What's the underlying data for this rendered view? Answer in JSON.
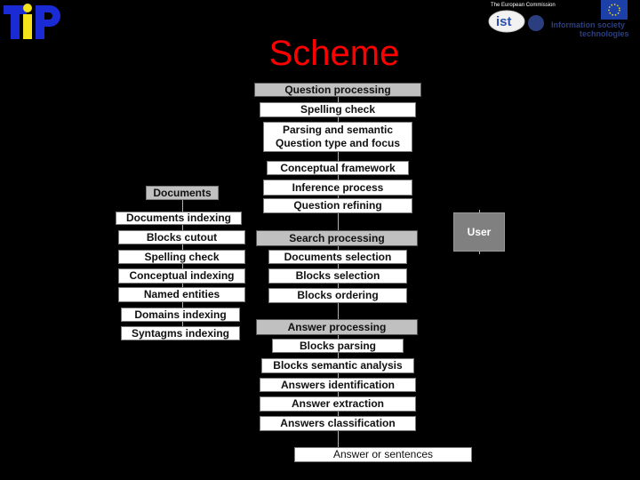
{
  "title": "Scheme",
  "logos": {
    "tip_text": "TiP",
    "ec_top": "The European Commission",
    "ec_ist": "ist",
    "ec_info1": "Information society",
    "ec_info2": "technologies"
  },
  "question_column": {
    "header": "Question processing",
    "items": [
      "Spelling check",
      "Parsing and semantic",
      "Question type and focus",
      "Conceptual framework",
      "Inference process",
      "Question refining"
    ]
  },
  "documents_column": {
    "header": "Documents",
    "subheader": "Documents indexing",
    "items": [
      "Blocks cutout",
      "Spelling check",
      "Conceptual indexing",
      "Named entities",
      "Domains indexing",
      "Syntagms indexing"
    ]
  },
  "search_column": {
    "header": "Search processing",
    "items": [
      "Documents selection",
      "Blocks selection",
      "Blocks ordering"
    ]
  },
  "answer_column": {
    "header": "Answer processing",
    "items": [
      "Blocks parsing",
      "Blocks semantic analysis",
      "Answers identification",
      "Answer extraction",
      "Answers classification"
    ]
  },
  "output": "Answer or sentences",
  "user": "User"
}
